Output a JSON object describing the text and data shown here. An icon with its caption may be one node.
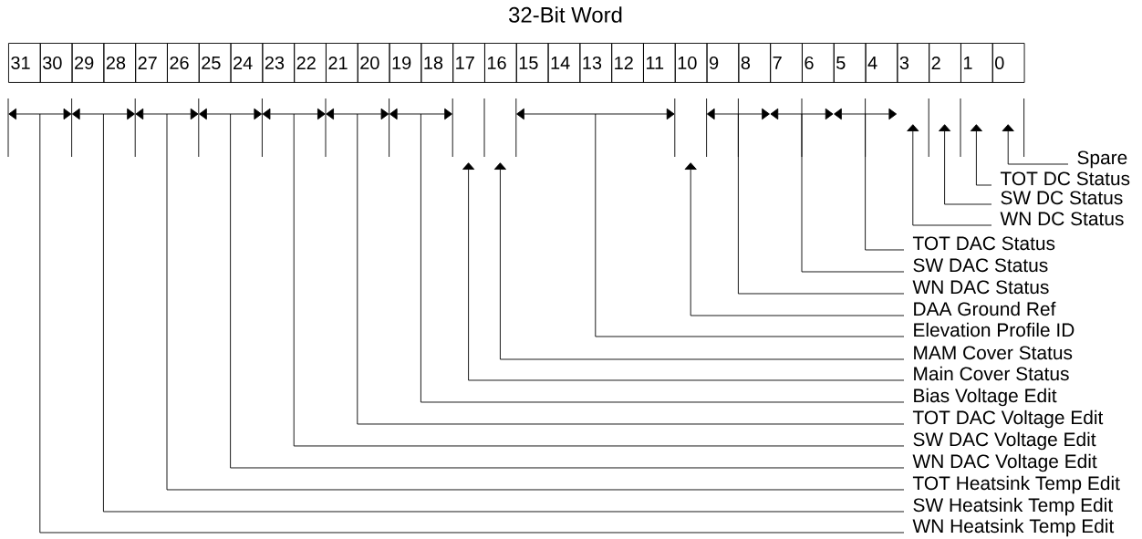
{
  "diagram": {
    "title": "32-Bit Word",
    "nodes": [
      {
        "text": [
          "31"
        ]
      },
      {
        "text": [
          "30"
        ]
      },
      {
        "text": [
          "29"
        ]
      },
      {
        "text": [
          "28"
        ]
      },
      {
        "text": [
          "27"
        ]
      },
      {
        "text": [
          "26"
        ]
      },
      {
        "text": [
          "25"
        ]
      },
      {
        "text": [
          "24"
        ]
      },
      {
        "text": [
          "23"
        ]
      },
      {
        "text": [
          "22"
        ]
      },
      {
        "text": [
          "21"
        ]
      },
      {
        "text": [
          "20"
        ]
      },
      {
        "text": [
          "19"
        ]
      },
      {
        "text": [
          "18"
        ]
      },
      {
        "text": [
          "17"
        ]
      },
      {
        "text": [
          "16"
        ]
      },
      {
        "text": [
          "15"
        ]
      },
      {
        "text": [
          "14"
        ]
      },
      {
        "text": [
          "13"
        ]
      },
      {
        "text": [
          "12"
        ]
      },
      {
        "text": [
          "11"
        ]
      },
      {
        "text": [
          "10"
        ]
      },
      {
        "text": [
          "9"
        ]
      },
      {
        "text": [
          "8"
        ]
      },
      {
        "text": [
          "7"
        ]
      },
      {
        "text": [
          "6"
        ]
      },
      {
        "text": [
          "5"
        ]
      },
      {
        "text": [
          "4"
        ]
      },
      {
        "text": [
          "3"
        ]
      },
      {
        "text": [
          "2"
        ]
      },
      {
        "text": [
          "1"
        ]
      },
      {
        "text": [
          "0"
        ]
      },
      {
        "text": [
          "Spare"
        ]
      },
      {
        "text": [
          "TOT DC Status"
        ]
      },
      {
        "text": [
          "SW DC Status"
        ]
      },
      {
        "text": [
          "WN DC Status"
        ]
      },
      {
        "text": [
          "TOT DAC Status"
        ]
      },
      {
        "text": [
          "SW DAC Status"
        ]
      },
      {
        "text": [
          "WN DAC Status"
        ]
      },
      {
        "text": [
          "DAA Ground Ref"
        ]
      },
      {
        "text": [
          "Elevation Profile ID"
        ]
      },
      {
        "text": [
          "MAM Cover Status"
        ]
      },
      {
        "text": [
          "Main Cover Status"
        ]
      },
      {
        "text": [
          "Bias Voltage Edit"
        ]
      },
      {
        "text": [
          "TOT DAC Voltage Edit"
        ]
      },
      {
        "text": [
          "SW DAC Voltage Edit"
        ]
      },
      {
        "text": [
          "WN DAC Voltage Edit"
        ]
      },
      {
        "text": [
          "TOT Heatsink Temp Edit"
        ]
      },
      {
        "text": [
          "SW Heatsink Temp Edit"
        ]
      },
      {
        "text": [
          "WN Heatsink Temp Edit"
        ]
      }
    ],
    "edges": [
      {
        "from": 32,
        "to": null,
        "arrow": "to"
      },
      {
        "from": 33,
        "to": null,
        "arrow": "to"
      },
      {
        "from": 34,
        "to": null,
        "arrow": "to"
      },
      {
        "from": 35,
        "to": null,
        "arrow": "to"
      },
      {
        "from": 36,
        "to": null,
        "arrow": "none"
      },
      {
        "from": 37,
        "to": null,
        "arrow": "none"
      },
      {
        "from": 38,
        "to": null,
        "arrow": "none"
      },
      {
        "from": 39,
        "to": null,
        "arrow": "to"
      },
      {
        "from": 40,
        "to": null,
        "arrow": "none"
      },
      {
        "from": 41,
        "to": null,
        "arrow": "to"
      },
      {
        "from": 42,
        "to": null,
        "arrow": "to"
      },
      {
        "from": 43,
        "to": null,
        "arrow": "none"
      },
      {
        "from": 44,
        "to": null,
        "arrow": "none"
      },
      {
        "from": 45,
        "to": null,
        "arrow": "none"
      },
      {
        "from": 46,
        "to": null,
        "arrow": "none"
      },
      {
        "from": 47,
        "to": null,
        "arrow": "none"
      },
      {
        "from": 48,
        "to": null,
        "arrow": "none"
      },
      {
        "from": 49,
        "to": null,
        "arrow": "none"
      }
    ]
  }
}
